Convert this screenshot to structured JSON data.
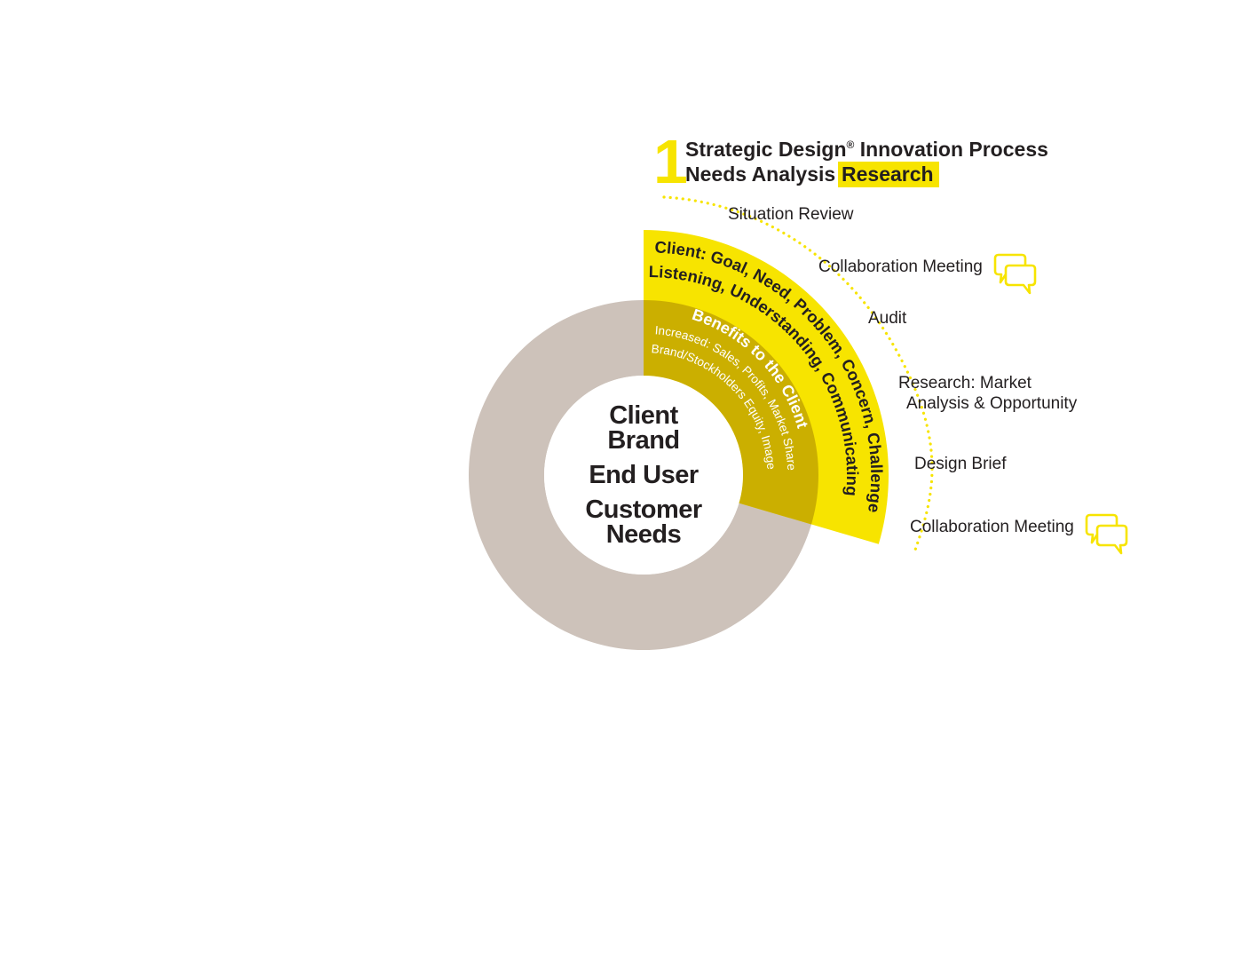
{
  "colors": {
    "accent_yellow": "#f7e400",
    "overlap_mustard": "#cbaf00",
    "ring_taupe": "#cdc2ba",
    "text_dark": "#231f20",
    "text_white": "#ffffff"
  },
  "header": {
    "number": "1",
    "line1_before": "Strategic Design",
    "registered_mark": "®",
    "line1_after": " Innovation Process",
    "line2_plain": "Needs Analysis",
    "line2_highlight": "Research"
  },
  "center": {
    "lines": [
      "Client",
      "Brand",
      "End User",
      "Customer",
      "Needs"
    ]
  },
  "yellow_band": {
    "outer_line": "Client: Goal, Need, Problem, Concern, Challenge",
    "inner_line": "Listening, Understanding, Communicating"
  },
  "overlap_band": {
    "title": "Benefits to the Client",
    "line1": "Increased: Sales, Profits, Market Share",
    "line2": "Brand/Stockholders Equity, Image"
  },
  "steps": [
    {
      "label": "Situation Review",
      "icon": ""
    },
    {
      "label": "Collaboration Meeting",
      "icon": "speech-bubbles-icon"
    },
    {
      "label": "Audit",
      "icon": ""
    },
    {
      "label": "Research: Market",
      "label2": "Analysis & Opportunity",
      "icon": ""
    },
    {
      "label": "Design Brief",
      "icon": ""
    },
    {
      "label": "Collaboration Meeting",
      "icon": "speech-bubbles-icon"
    }
  ]
}
